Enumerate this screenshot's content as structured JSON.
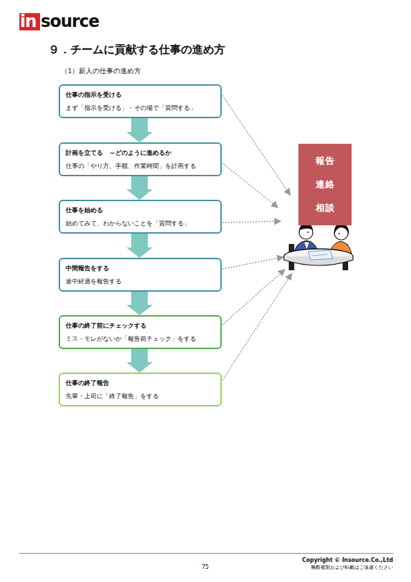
{
  "diagram": {
    "title": "９．チームに貢献する仕事の進め方",
    "nodes": [
      {
        "text": [
          "仕事の指示を受ける",
          "まず「指示を受ける」・その場で「質問する」"
        ]
      },
      {
        "text": [
          "計画を立てる　～どのように進めるか",
          "仕事の「やり方、手順、作業時間」を計画する"
        ]
      },
      {
        "text": [
          "仕事を始める",
          "始めてみて、わからないことを「質問する」"
        ]
      },
      {
        "text": [
          "中間報告をする",
          "途中経過を報告する"
        ]
      },
      {
        "text": [
          "仕事の終了前にチェックする",
          "ミス・モレがないか「報告前チェック」をする"
        ]
      },
      {
        "text": [
          "仕事の終了報告",
          "先輩・上司に「終了報告」をする"
        ]
      },
      {
        "text": [
          "報告",
          "連絡",
          "相談"
        ]
      }
    ],
    "edges": [
      {
        "from": 0,
        "to": 1,
        "arrow": "to"
      },
      {
        "from": 1,
        "to": 2,
        "arrow": "to"
      },
      {
        "from": 2,
        "to": 3,
        "arrow": "to"
      },
      {
        "from": 3,
        "to": 4,
        "arrow": "to"
      },
      {
        "from": 4,
        "to": 5,
        "arrow": "to"
      }
    ],
    "labels": [
      "in",
      "source",
      "（1）新人の仕事の進め方",
      "75",
      "Copyright © Insource.Co.,Ltd",
      "無断複製および転載はご遠慮ください"
    ]
  }
}
